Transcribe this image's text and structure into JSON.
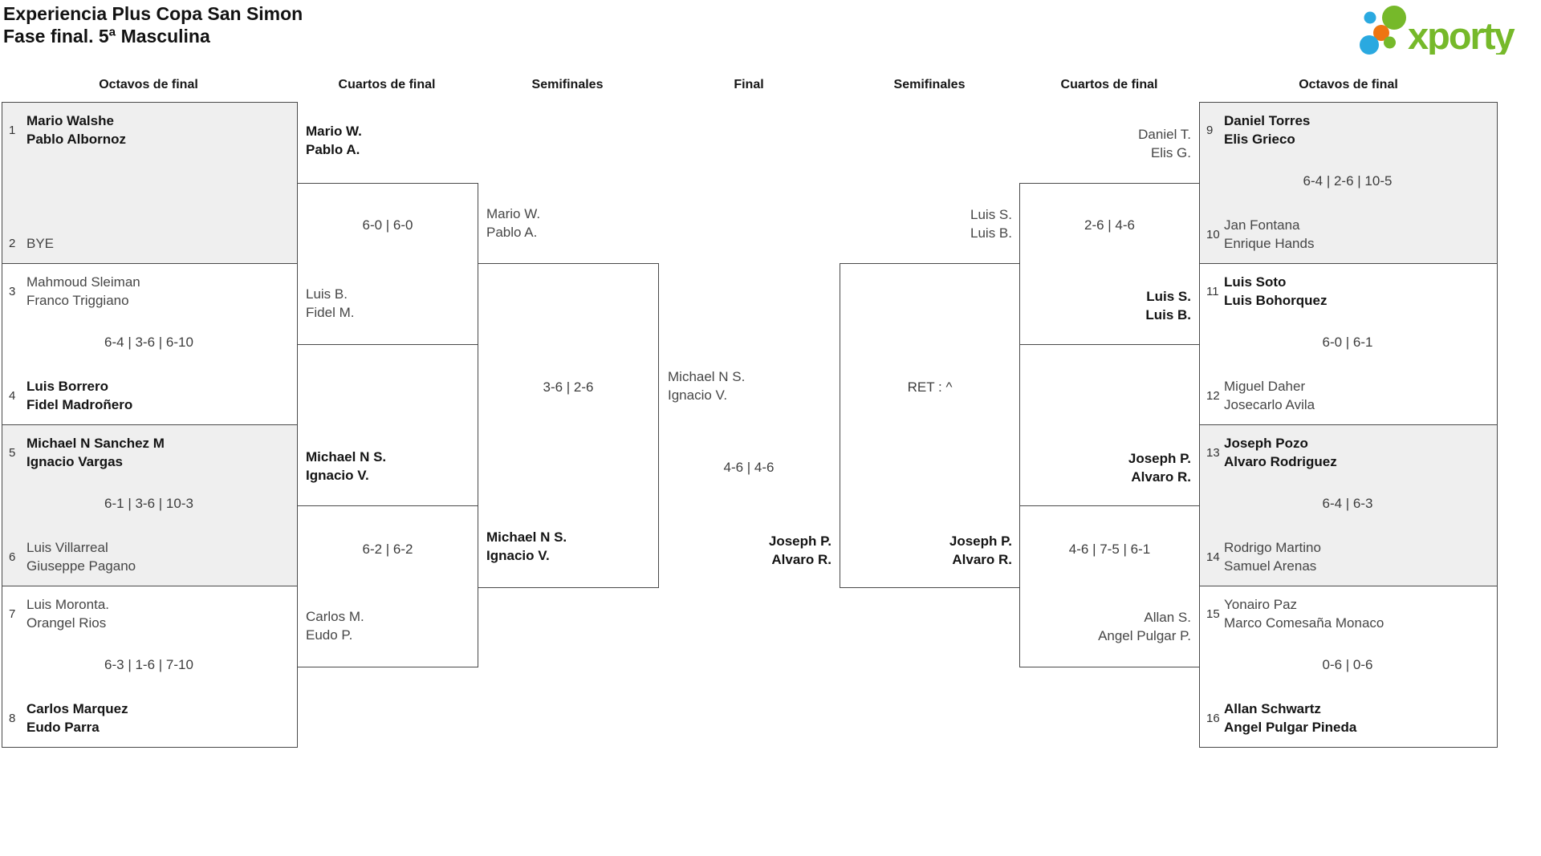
{
  "title": {
    "line1": "Experiencia Plus Copa San Simon",
    "line2": "Fase final. 5ª Masculina"
  },
  "logo": {
    "brand": "xporty",
    "green": "#76b92a",
    "blue": "#2aa9e0",
    "orange": "#ee7511"
  },
  "columns": [
    "Octavos de final",
    "Cuartos de final",
    "Semifinales",
    "Final",
    "Semifinales",
    "Cuartos de final",
    "Octavos de final"
  ],
  "r16": [
    {
      "seed1": "1",
      "p1a": "Mario Walshe",
      "p1b": "Pablo Albornoz",
      "w1": true,
      "score": "",
      "seed2": "2",
      "p2a": "BYE",
      "p2b": "",
      "w2": false
    },
    {
      "seed1": "3",
      "p1a": "Mahmoud Sleiman",
      "p1b": "Franco Triggiano",
      "w1": false,
      "score": "6-4 | 3-6 | 6-10",
      "seed2": "4",
      "p2a": "Luis Borrero",
      "p2b": "Fidel Madroñero",
      "w2": true
    },
    {
      "seed1": "5",
      "p1a": "Michael N Sanchez M",
      "p1b": "Ignacio Vargas",
      "w1": true,
      "score": "6-1 | 3-6 | 10-3",
      "seed2": "6",
      "p2a": "Luis Villarreal",
      "p2b": "Giuseppe Pagano",
      "w2": false
    },
    {
      "seed1": "7",
      "p1a": "Luis Moronta.",
      "p1b": "Orangel Rios",
      "w1": false,
      "score": "6-3 | 1-6 | 7-10",
      "seed2": "8",
      "p2a": "Carlos Marquez",
      "p2b": "Eudo Parra",
      "w2": true
    },
    {
      "seed1": "9",
      "p1a": "Daniel Torres",
      "p1b": "Elis Grieco",
      "w1": true,
      "score": "6-4 | 2-6 | 10-5",
      "seed2": "10",
      "p2a": "Jan Fontana",
      "p2b": "Enrique Hands",
      "w2": false
    },
    {
      "seed1": "11",
      "p1a": "Luis Soto",
      "p1b": "Luis Bohorquez",
      "w1": true,
      "score": "6-0 | 6-1",
      "seed2": "12",
      "p2a": "Miguel Daher",
      "p2b": "Josecarlo Avila",
      "w2": false
    },
    {
      "seed1": "13",
      "p1a": "Joseph Pozo",
      "p1b": "Alvaro Rodriguez",
      "w1": true,
      "score": "6-4 | 6-3",
      "seed2": "14",
      "p2a": "Rodrigo Martino",
      "p2b": "Samuel Arenas",
      "w2": false
    },
    {
      "seed1": "15",
      "p1a": "Yonairo Paz",
      "p1b": "Marco Comesaña Monaco",
      "w1": false,
      "score": "0-6 | 0-6",
      "seed2": "16",
      "p2a": "Allan Schwartz",
      "p2b": "Angel Pulgar Pineda",
      "w2": true
    }
  ],
  "entries": [
    {
      "a": "Mario W.",
      "b": "Pablo A.",
      "w": true
    },
    {
      "a": "Luis B.",
      "b": "Fidel M.",
      "w": false
    },
    {
      "a": "Michael N S.",
      "b": "Ignacio V.",
      "w": true
    },
    {
      "a": "Carlos M.",
      "b": "Eudo P.",
      "w": false
    },
    {
      "a": "Mario W.",
      "b": "Pablo A.",
      "w": false
    },
    {
      "a": "Michael N S.",
      "b": "Ignacio V.",
      "w": true
    },
    {
      "a": "Michael N S.",
      "b": "Ignacio V.",
      "w": false
    },
    {
      "a": "Joseph P.",
      "b": "Alvaro R.",
      "w": true
    },
    {
      "a": "Luis S.",
      "b": "Luis B.",
      "w": false
    },
    {
      "a": "Joseph P.",
      "b": "Alvaro R.",
      "w": true
    },
    {
      "a": "Daniel T.",
      "b": "Elis G.",
      "w": false
    },
    {
      "a": "Luis S.",
      "b": "Luis B.",
      "w": true
    },
    {
      "a": "Joseph P.",
      "b": "Alvaro R.",
      "w": true
    },
    {
      "a": "Allan S.",
      "b": "Angel Pulgar P.",
      "w": false
    }
  ],
  "scores": {
    "qf_l1": "6-0 | 6-0",
    "qf_l2": "6-2 | 6-2",
    "sf_l": "3-6 | 2-6",
    "final": "4-6 | 4-6",
    "sf_r": "RET : ^",
    "qf_r1": "2-6 | 4-6",
    "qf_r2": "4-6 | 7-5 | 6-1"
  }
}
